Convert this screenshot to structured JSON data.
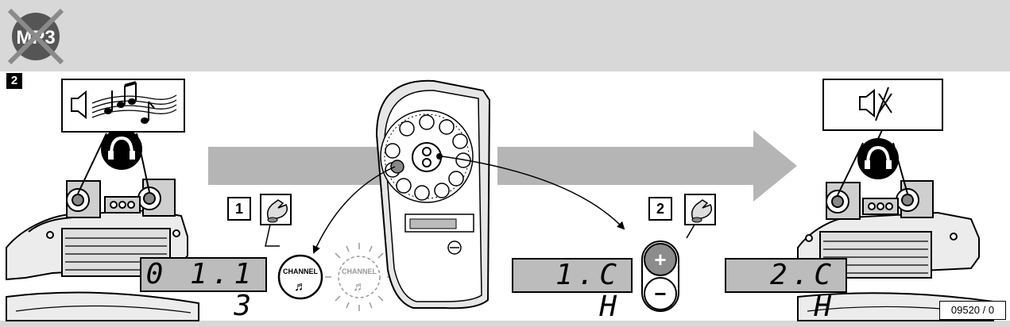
{
  "step_badge": "2",
  "mp3_logo": {
    "text": "MP3",
    "crossed_out": true
  },
  "steps": [
    {
      "number": "1",
      "action": "press",
      "button_label": "CHANNEL",
      "button_icon": "music-note-icon"
    },
    {
      "number": "2",
      "action": "press",
      "buttons": [
        "+",
        "−"
      ]
    }
  ],
  "displays": {
    "track_time": "0 1.1 3",
    "current_channel": "1.C H",
    "new_channel": "2.C H"
  },
  "audio_states": {
    "before": {
      "icon": "speaker-music-icon",
      "state": "playing"
    },
    "after": {
      "icon": "speaker-mute-icon",
      "state": "muted"
    }
  },
  "reference_code": "09520 / 0",
  "colors": {
    "band": "#d8d8d8",
    "arrow": "#b5b5b5",
    "lcd": "#bcbcbc",
    "line": "#000000"
  }
}
